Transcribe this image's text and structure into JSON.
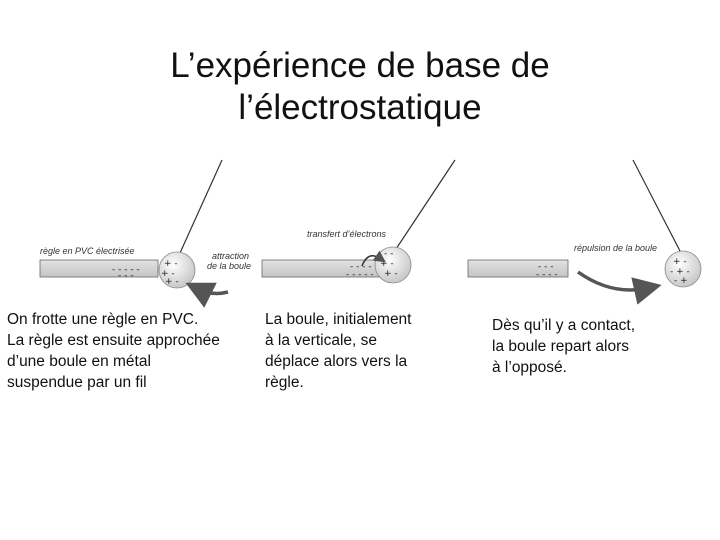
{
  "slide": {
    "title_line1": "L’expérience de base de",
    "title_line2": "l’électrostatique"
  },
  "panels": [
    {
      "label": "règle en PVC électrisée",
      "label2_line1": "attraction",
      "label2_line2": "de la boule",
      "caption_lines": [
        "On frotte une règle en PVC.",
        "La règle est ensuite approchée",
        "d’une boule en métal",
        "suspendue par un fil"
      ]
    },
    {
      "label": "transfert d’électrons",
      "caption_lines": [
        "La boule, initialement",
        "à la verticale, se",
        "déplace alors vers la",
        "règle."
      ]
    },
    {
      "label": "répulsion de la boule",
      "caption_lines": [
        "Dès qu’il y a contact,",
        "la boule repart alors",
        "à l’opposé."
      ]
    }
  ]
}
